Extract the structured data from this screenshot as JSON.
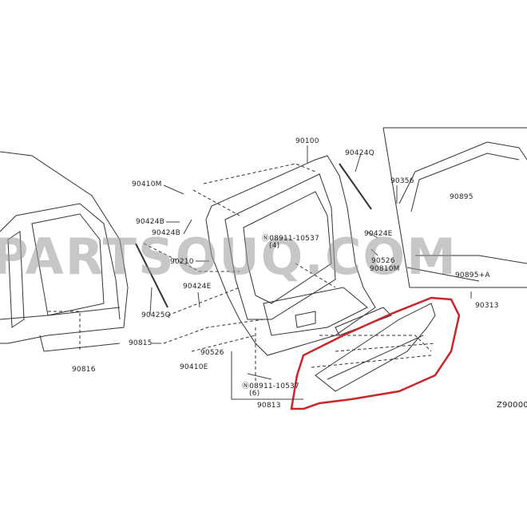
{
  "diagram": {
    "watermark": "PARTSOUQ.COM",
    "highlight_color": "#c8262b",
    "figure_code": "Z90000",
    "labels": {
      "p90100": "90100",
      "p90424Q": "90424Q",
      "p90410M": "90410M",
      "p90356": "90356",
      "p90895": "90895",
      "p90424B_1": "90424B",
      "p90424B_2": "90424B",
      "p90424E_1": "90424E",
      "bolt_top": "Ⓝ08911-10537",
      "bolt_top_qty": "(4)",
      "p90526_1": "90526",
      "p90810M": "90810M",
      "p90895A": "90895+A",
      "p90313": "90313",
      "p90210": "90210",
      "p90424E_2": "90424E",
      "p90425Q": "90425Q",
      "p90815": "90815",
      "p90526_2": "90526",
      "p90410E": "90410E",
      "p90816": "90816",
      "bolt_bottom": "Ⓝ08911-10537",
      "bolt_bottom_qty": "(6)",
      "p90813": "90813"
    }
  }
}
